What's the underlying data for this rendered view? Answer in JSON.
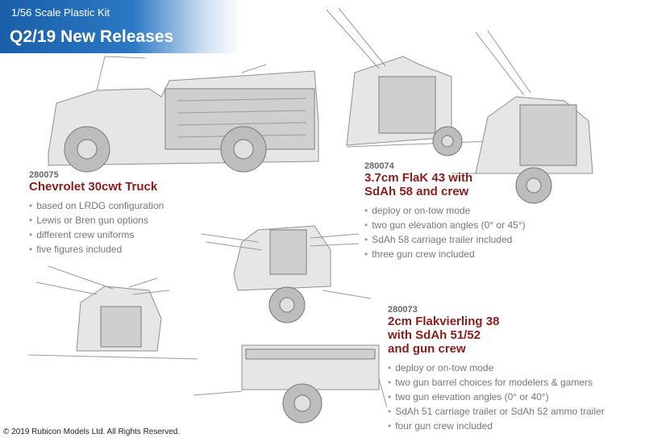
{
  "header": {
    "kicker": "1/56 Scale Plastic Kit",
    "headline": "Q2/19 New Releases",
    "accent_color": "#1a5fa8"
  },
  "products": [
    {
      "code": "280075",
      "title_lines": [
        "Chevrolet 30cwt Truck"
      ],
      "features": [
        "based on LRDG configuration",
        "Lewis or Bren gun options",
        "different crew uniforms",
        "five figures included"
      ]
    },
    {
      "code": "280074",
      "title_lines": [
        "3.7cm FlaK 43 with",
        "SdAh 58 and crew"
      ],
      "features": [
        "deploy or on-tow mode",
        "two gun elevation angles (0° or 45°)",
        "SdAh 58 carriage trailer included",
        "three gun crew included"
      ]
    },
    {
      "code": "280073",
      "title_lines": [
        "2cm Flakvierling 38",
        "with SdAh 51/52",
        "and gun crew"
      ],
      "features": [
        "deploy or on-tow mode",
        "two gun barrel choices for modelers & gamers",
        "two gun elevation angles (0° or 40°)",
        "SdAh 51 carriage trailer or SdAh 52 ammo trailer",
        "four gun crew included"
      ]
    }
  ],
  "footer": {
    "copyright": "© 2019 Rubicon Models Ltd. All Rights Reserved."
  },
  "colors": {
    "title_red": "#8a1c1c",
    "text_grey": "#777777"
  }
}
